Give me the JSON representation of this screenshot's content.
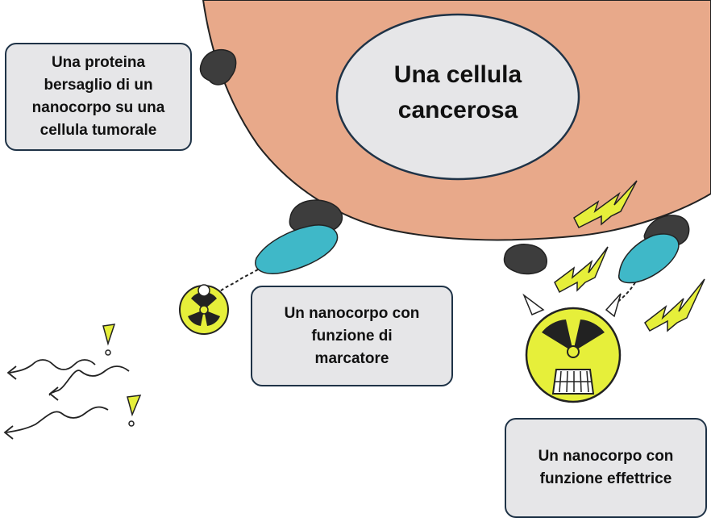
{
  "cell": {
    "title": "Una cellula\ncancerosa",
    "membrane_color": "#e8a98a",
    "nucleus_color": "#e6e6e8"
  },
  "labels": {
    "target_protein": "Una proteina\nbersaglio di un\nnanocorpo su una\ncellula tumorale",
    "marker_nanobody": "Un nanocorpo con\nfunzione di\nmarcatore",
    "effector_nanobody": "Un nanocorpo con\nfunzione effettrice"
  },
  "colors": {
    "protein": "#3d3d3d",
    "nanobody": "#3fb8c8",
    "radioactive": "#e6ef3a",
    "bolt": "#e6ef3a",
    "outline": "#1f3347"
  },
  "icons": [
    "radiation-icon",
    "lightning-icon",
    "exclamation-icon",
    "wavy-arrow-icon"
  ]
}
